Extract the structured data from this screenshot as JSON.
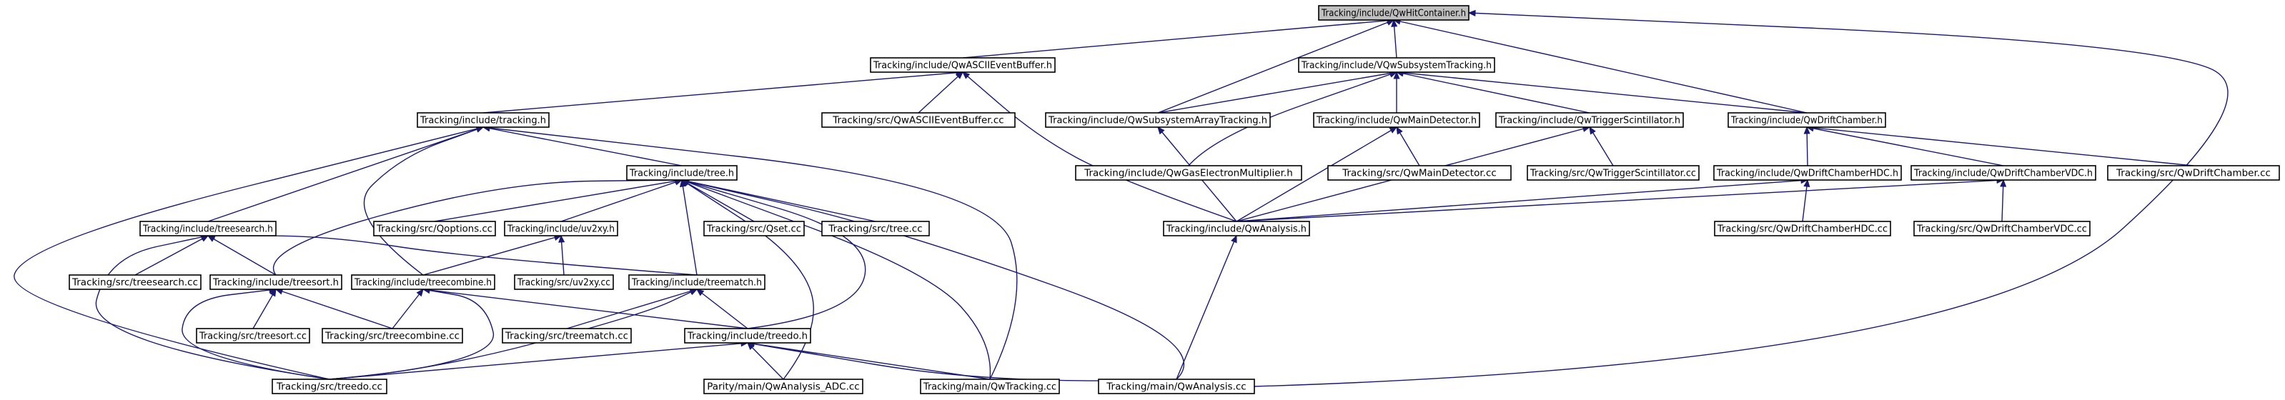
{
  "graph": {
    "nodes": [
      {
        "id": "n0",
        "label": "Tracking/include/QwHitContainer.h",
        "root": true
      },
      {
        "id": "n1",
        "label": "Tracking/include/QwASCIIEventBuffer.h"
      },
      {
        "id": "n2",
        "label": "Tracking/include/VQwSubsystemTracking.h"
      },
      {
        "id": "n3",
        "label": "Tracking/include/tracking.h"
      },
      {
        "id": "n4",
        "label": "Tracking/src/QwASCIIEventBuffer.cc"
      },
      {
        "id": "n5",
        "label": "Tracking/include/QwSubsystemArrayTracking.h"
      },
      {
        "id": "n6",
        "label": "Tracking/include/QwMainDetector.h"
      },
      {
        "id": "n7",
        "label": "Tracking/include/QwTriggerScintillator.h"
      },
      {
        "id": "n8",
        "label": "Tracking/include/QwDriftChamber.h"
      },
      {
        "id": "n9",
        "label": "Tracking/include/tree.h"
      },
      {
        "id": "n10",
        "label": "Tracking/include/QwGasElectronMultiplier.h"
      },
      {
        "id": "n11",
        "label": "Tracking/src/QwMainDetector.cc"
      },
      {
        "id": "n12",
        "label": "Tracking/src/QwTriggerScintillator.cc"
      },
      {
        "id": "n13",
        "label": "Tracking/include/QwDriftChamberHDC.h"
      },
      {
        "id": "n14",
        "label": "Tracking/include/QwDriftChamberVDC.h"
      },
      {
        "id": "n15",
        "label": "Tracking/src/QwDriftChamber.cc"
      },
      {
        "id": "n16",
        "label": "Tracking/include/treesearch.h"
      },
      {
        "id": "n17",
        "label": "Tracking/src/Qoptions.cc"
      },
      {
        "id": "n18",
        "label": "Tracking/include/uv2xy.h"
      },
      {
        "id": "n19",
        "label": "Tracking/src/Qset.cc"
      },
      {
        "id": "n20",
        "label": "Tracking/src/tree.cc"
      },
      {
        "id": "n21",
        "label": "Tracking/include/QwAnalysis.h"
      },
      {
        "id": "n22",
        "label": "Tracking/src/QwDriftChamberHDC.cc"
      },
      {
        "id": "n23",
        "label": "Tracking/src/QwDriftChamberVDC.cc"
      },
      {
        "id": "n24",
        "label": "Tracking/src/treesearch.cc"
      },
      {
        "id": "n25",
        "label": "Tracking/include/treesort.h"
      },
      {
        "id": "n26",
        "label": "Tracking/src/uv2xy.cc"
      },
      {
        "id": "n27",
        "label": "Tracking/include/treecombine.h"
      },
      {
        "id": "n28",
        "label": "Tracking/include/treematch.h"
      },
      {
        "id": "n29",
        "label": "Tracking/src/treesort.cc"
      },
      {
        "id": "n30",
        "label": "Tracking/src/treecombine.cc"
      },
      {
        "id": "n31",
        "label": "Tracking/src/treematch.cc"
      },
      {
        "id": "n32",
        "label": "Tracking/include/treedo.h"
      },
      {
        "id": "n33",
        "label": "Tracking/src/treedo.cc"
      },
      {
        "id": "n34",
        "label": "Parity/main/QwAnalysis_ADC.cc"
      },
      {
        "id": "n35",
        "label": "Tracking/main/QwTracking.cc"
      },
      {
        "id": "n36",
        "label": "Tracking/main/QwAnalysis.cc"
      }
    ],
    "edges": [
      {
        "from": "n1",
        "to": "n0"
      },
      {
        "from": "n2",
        "to": "n0"
      },
      {
        "from": "n5",
        "to": "n0"
      },
      {
        "from": "n8",
        "to": "n0"
      },
      {
        "from": "n36",
        "to": "n0"
      },
      {
        "from": "n3",
        "to": "n1"
      },
      {
        "from": "n4",
        "to": "n1"
      },
      {
        "from": "n21",
        "to": "n1"
      },
      {
        "from": "n5",
        "to": "n2"
      },
      {
        "from": "n6",
        "to": "n2"
      },
      {
        "from": "n7",
        "to": "n2"
      },
      {
        "from": "n8",
        "to": "n2"
      },
      {
        "from": "n10",
        "to": "n2"
      },
      {
        "from": "n9",
        "to": "n3"
      },
      {
        "from": "n16",
        "to": "n3"
      },
      {
        "from": "n27",
        "to": "n3"
      },
      {
        "from": "n33",
        "to": "n3"
      },
      {
        "from": "n35",
        "to": "n3"
      },
      {
        "from": "n21",
        "to": "n5"
      },
      {
        "from": "n11",
        "to": "n6"
      },
      {
        "from": "n21",
        "to": "n6"
      },
      {
        "from": "n12",
        "to": "n7"
      },
      {
        "from": "n21",
        "to": "n7"
      },
      {
        "from": "n13",
        "to": "n8"
      },
      {
        "from": "n14",
        "to": "n8"
      },
      {
        "from": "n15",
        "to": "n8"
      },
      {
        "from": "n17",
        "to": "n9"
      },
      {
        "from": "n18",
        "to": "n9"
      },
      {
        "from": "n19",
        "to": "n9"
      },
      {
        "from": "n20",
        "to": "n9"
      },
      {
        "from": "n25",
        "to": "n9"
      },
      {
        "from": "n28",
        "to": "n9"
      },
      {
        "from": "n32",
        "to": "n9"
      },
      {
        "from": "n34",
        "to": "n9"
      },
      {
        "from": "n35",
        "to": "n9"
      },
      {
        "from": "n36",
        "to": "n9"
      },
      {
        "from": "n21",
        "to": "n13"
      },
      {
        "from": "n22",
        "to": "n13"
      },
      {
        "from": "n21",
        "to": "n14"
      },
      {
        "from": "n23",
        "to": "n14"
      },
      {
        "from": "n24",
        "to": "n16"
      },
      {
        "from": "n25",
        "to": "n16"
      },
      {
        "from": "n33",
        "to": "n16"
      },
      {
        "from": "n28",
        "to": "n16"
      },
      {
        "from": "n26",
        "to": "n18"
      },
      {
        "from": "n27",
        "to": "n18"
      },
      {
        "from": "n36",
        "to": "n21"
      },
      {
        "from": "n29",
        "to": "n25"
      },
      {
        "from": "n30",
        "to": "n25"
      },
      {
        "from": "n33",
        "to": "n25"
      },
      {
        "from": "n30",
        "to": "n27"
      },
      {
        "from": "n32",
        "to": "n27"
      },
      {
        "from": "n33",
        "to": "n27"
      },
      {
        "from": "n31",
        "to": "n28"
      },
      {
        "from": "n32",
        "to": "n28"
      },
      {
        "from": "n33",
        "to": "n28"
      },
      {
        "from": "n33",
        "to": "n32"
      },
      {
        "from": "n34",
        "to": "n32"
      },
      {
        "from": "n35",
        "to": "n32"
      },
      {
        "from": "n36",
        "to": "n32"
      }
    ]
  }
}
